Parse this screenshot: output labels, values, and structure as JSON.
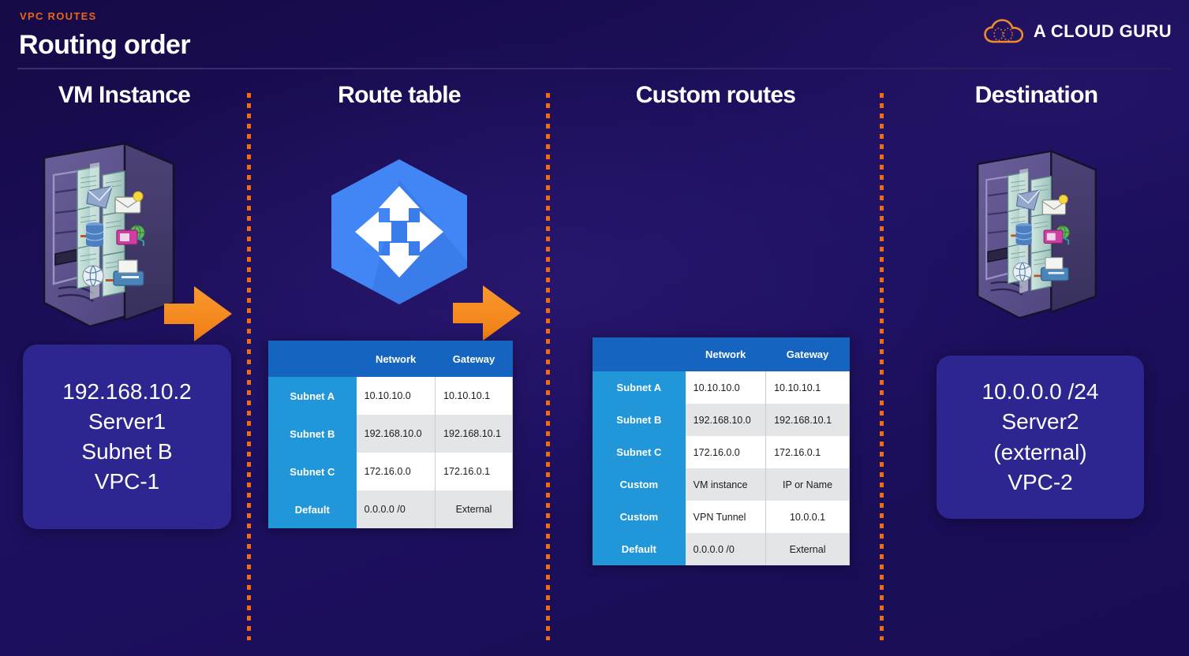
{
  "header": {
    "eyebrow": "VPC ROUTES",
    "title": "Routing order",
    "logo_text": "A CLOUD GURU",
    "logo_icon": "cloud-icon",
    "accent_orange": "#e8651b",
    "background": "#1d1060"
  },
  "columns": [
    {
      "title": "VM Instance"
    },
    {
      "title": "Route table"
    },
    {
      "title": "Custom routes"
    },
    {
      "title": "Destination"
    }
  ],
  "cards": {
    "left": {
      "lines": [
        "192.168.10.2",
        "Server1",
        "Subnet B",
        "VPC-1"
      ],
      "bg": "#2e2690"
    },
    "right": {
      "lines": [
        "10.0.0.0 /24",
        "Server2",
        "(external)",
        "VPC-2"
      ],
      "bg": "#2e2690"
    }
  },
  "icons": {
    "server_left": "server-tower-icon",
    "server_right": "server-tower-icon",
    "router": "cloud-router-hexagon-icon",
    "arrow_1": "right-arrow-icon",
    "arrow_2": "right-arrow-icon"
  },
  "route_table": {
    "columns": [
      "",
      "Network",
      "Gateway"
    ],
    "header_color": "#1565c0",
    "label_color": "#2196d9",
    "rows": [
      {
        "label": "Subnet A",
        "network": "10.10.10.0",
        "gateway": "10.10.10.1",
        "gateway_center": false
      },
      {
        "label": "Subnet B",
        "network": "192.168.10.0",
        "gateway": "192.168.10.1",
        "gateway_center": false
      },
      {
        "label": "Subnet C",
        "network": "172.16.0.0",
        "gateway": "172.16.0.1",
        "gateway_center": false
      },
      {
        "label": "Default",
        "network": "0.0.0.0 /0",
        "gateway": "External",
        "gateway_center": true
      }
    ]
  },
  "custom_table": {
    "columns": [
      "",
      "Network",
      "Gateway"
    ],
    "header_color": "#1565c0",
    "label_color": "#2196d9",
    "rows": [
      {
        "label": "Subnet A",
        "network": "10.10.10.0",
        "gateway": "10.10.10.1",
        "gateway_center": false
      },
      {
        "label": "Subnet B",
        "network": "192.168.10.0",
        "gateway": "192.168.10.1",
        "gateway_center": false
      },
      {
        "label": "Subnet C",
        "network": "172.16.0.0",
        "gateway": "172.16.0.1",
        "gateway_center": false
      },
      {
        "label": "Custom",
        "network": "VM instance",
        "gateway": "IP or Name",
        "gateway_center": true
      },
      {
        "label": "Custom",
        "network": "VPN Tunnel",
        "gateway": "10.0.0.1",
        "gateway_center": true
      },
      {
        "label": "Default",
        "network": "0.0.0.0 /0",
        "gateway": "External",
        "gateway_center": true
      }
    ]
  },
  "dividers": {
    "style": "dashed-vertical",
    "color": "#ef6c12",
    "count": 3
  }
}
